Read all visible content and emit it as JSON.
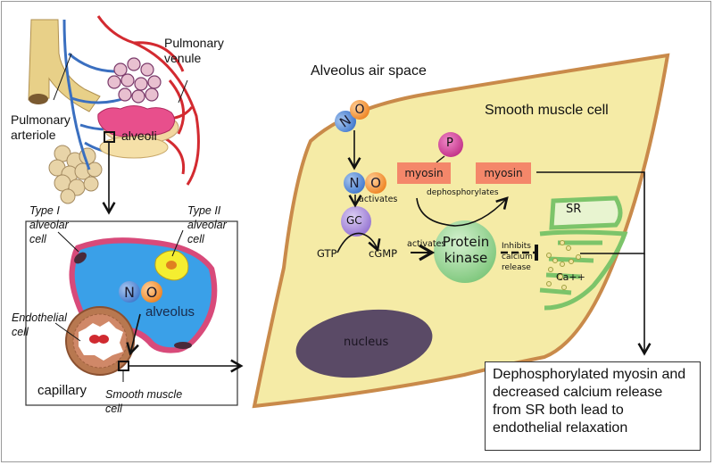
{
  "lung_panel": {
    "pulmonary_venule": [
      "Pulmonary",
      "venule"
    ],
    "pulmonary_arteriole": [
      "Pulmonary",
      "arteriole"
    ],
    "alveoli": "alveoli"
  },
  "alveolus_panel": {
    "type1": [
      "Type I",
      "alveolar",
      "cell"
    ],
    "type2": [
      "Type II",
      "alveolar",
      "cell"
    ],
    "endothelial": [
      "Endothelial",
      "cell"
    ],
    "alveolus": "alveolus",
    "capillary": "capillary",
    "smooth_muscle": [
      "Smooth muscle",
      "cell"
    ],
    "molecule": {
      "n": "N",
      "o": "O"
    }
  },
  "cell_panel": {
    "air_space": "Alveolus air space",
    "cell_title": "Smooth muscle cell",
    "no_outside": {
      "n": "N",
      "o": "O"
    },
    "no_inside": {
      "n": "N",
      "o": "O"
    },
    "activates_1": "activates",
    "gc": "GC",
    "gtp": "GTP",
    "cgmp": "cGMP",
    "activates_2": "activates",
    "protein_kinase": [
      "Protein",
      "kinase"
    ],
    "phosphate": "P",
    "myosin_p": "myosin",
    "myosin": "myosin",
    "dephosphorylates": "dephosphorylates",
    "inhibits": [
      "Inhibits",
      "calcium",
      "release"
    ],
    "sr": "SR",
    "ca": "Ca++",
    "nucleus": "nucleus"
  },
  "result": {
    "text": "Dephosphorylated myosin and decreased calcium release from SR both lead to endothelial relaxation"
  },
  "colors": {
    "cell_fill": "#f5eba6",
    "cell_border": "#c98a4a",
    "alveolus_blue": "#3aa0e8",
    "nucleus": "#5a4a66",
    "myosin": "#f4876a",
    "protein_kinase": "#9fd89a",
    "gc": "#a98ad8",
    "phosphate": "#d04a9a",
    "sr_green": "#7cc46a"
  }
}
